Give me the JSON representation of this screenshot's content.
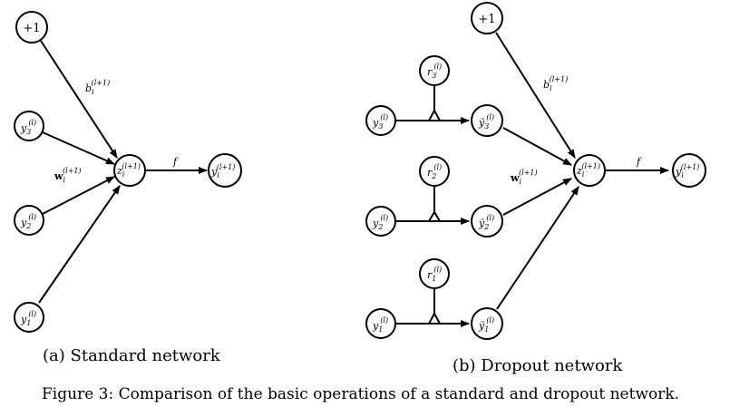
{
  "standard": {
    "caption": "(a) Standard network",
    "bias_node": "+1",
    "bias_edge": {
      "base": "b",
      "sub": "i",
      "sup": "(l+1)"
    },
    "weight_edge": {
      "base": "w",
      "sub": "i",
      "sup": "(l+1)"
    },
    "activation_edge": "f",
    "inputs": [
      {
        "base": "y",
        "sub": "3",
        "sup": "(l)"
      },
      {
        "base": "y",
        "sub": "2",
        "sup": "(l)"
      },
      {
        "base": "y",
        "sub": "1",
        "sup": "(l)"
      }
    ],
    "z_node": {
      "base": "z",
      "sub": "i",
      "sup": "(l+1)"
    },
    "output": {
      "base": "y",
      "sub": "i",
      "sup": "(l+1)"
    }
  },
  "dropout": {
    "caption": "(b) Dropout network",
    "bias_node": "+1",
    "bias_edge": {
      "base": "b",
      "sub": "i",
      "sup": "(l+1)"
    },
    "weight_edge": {
      "base": "w",
      "sub": "i",
      "sup": "(l+1)"
    },
    "activation_edge": "f",
    "inputs": [
      {
        "base": "y",
        "sub": "3",
        "sup": "(l)"
      },
      {
        "base": "y",
        "sub": "2",
        "sup": "(l)"
      },
      {
        "base": "y",
        "sub": "1",
        "sup": "(l)"
      }
    ],
    "masks": [
      {
        "base": "r",
        "sub": "3",
        "sup": "(l)"
      },
      {
        "base": "r",
        "sub": "2",
        "sup": "(l)"
      },
      {
        "base": "r",
        "sub": "1",
        "sup": "(l)"
      }
    ],
    "thinned": [
      {
        "base": "ỹ",
        "sub": "3",
        "sup": "(l)"
      },
      {
        "base": "ỹ",
        "sub": "2",
        "sup": "(l)"
      },
      {
        "base": "ỹ",
        "sub": "1",
        "sup": "(l)"
      }
    ],
    "z_node": {
      "base": "z",
      "sub": "i",
      "sup": "(l+1)"
    },
    "output": {
      "base": "y",
      "sub": "i",
      "sup": "(l+1)"
    }
  },
  "figure_caption": "Figure 3: Comparison of the basic operations of a standard and dropout network."
}
